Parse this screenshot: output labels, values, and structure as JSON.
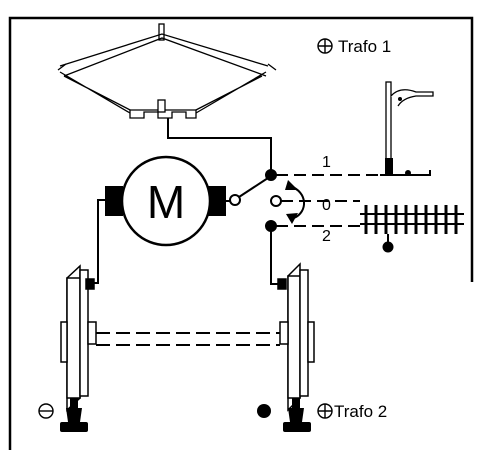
{
  "labels": {
    "motor": "M",
    "trafo1": "Trafo 1",
    "trafo2": "Trafo 2",
    "pos_1": "1",
    "pos_0": "0",
    "pos_2": "2"
  },
  "symbols": {
    "plus_top": "plus-circle-icon",
    "plus_bottom": "plus-circle-icon",
    "minus": "minus-circle-icon"
  },
  "colors": {
    "ink": "#000000",
    "background": "#ffffff"
  }
}
